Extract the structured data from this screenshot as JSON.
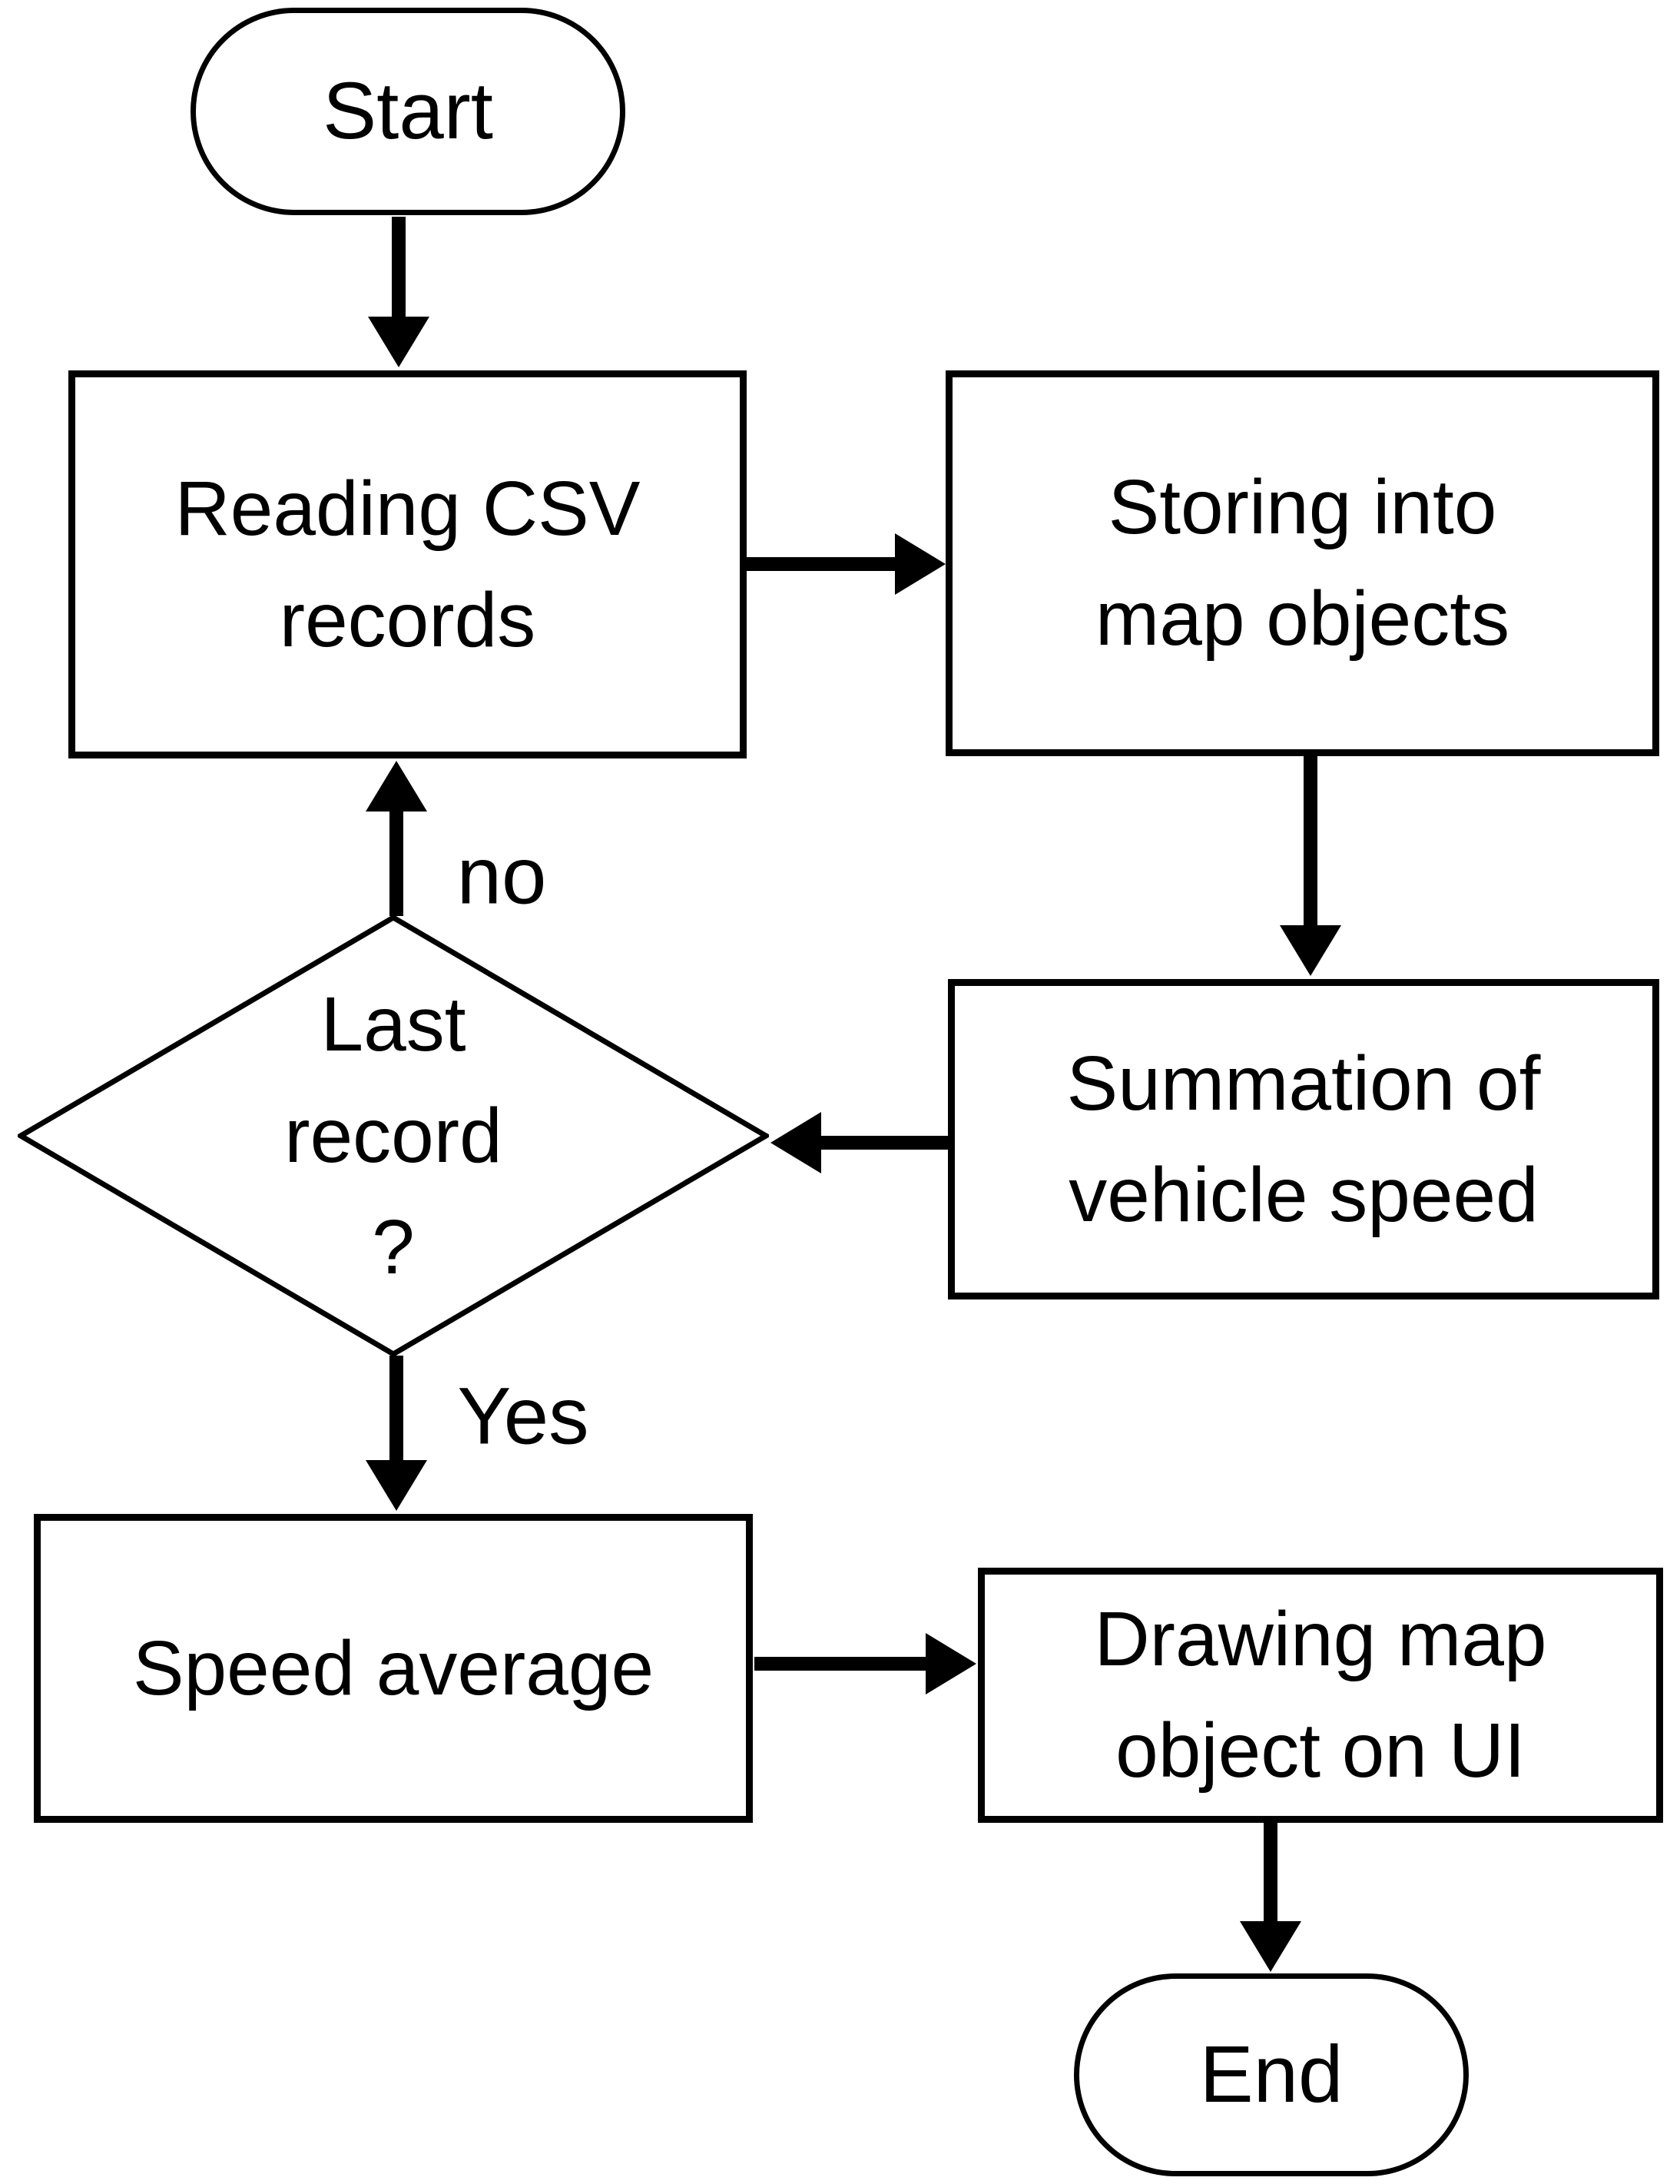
{
  "diagram": {
    "type": "flowchart",
    "background": "#ffffff",
    "stroke_color": "#000000",
    "text_color": "#000000",
    "nodes": {
      "start": {
        "shape": "terminator",
        "label": "Start"
      },
      "reading_csv": {
        "shape": "process",
        "label": "Reading CSV\nrecords"
      },
      "storing": {
        "shape": "process",
        "label": "Storing into\nmap objects"
      },
      "summation": {
        "shape": "process",
        "label": "Summation of\nvehicle speed"
      },
      "decision": {
        "shape": "decision",
        "label": "Last\nrecord\n?"
      },
      "speed_average": {
        "shape": "process",
        "label": "Speed average"
      },
      "drawing": {
        "shape": "process",
        "label": "Drawing map\nobject on UI"
      },
      "end": {
        "shape": "terminator",
        "label": "End"
      }
    },
    "edges": [
      {
        "from": "start",
        "to": "reading_csv",
        "label": ""
      },
      {
        "from": "reading_csv",
        "to": "storing",
        "label": ""
      },
      {
        "from": "storing",
        "to": "summation",
        "label": ""
      },
      {
        "from": "summation",
        "to": "decision",
        "label": ""
      },
      {
        "from": "decision",
        "to": "reading_csv",
        "label": "no"
      },
      {
        "from": "decision",
        "to": "speed_average",
        "label": "Yes"
      },
      {
        "from": "speed_average",
        "to": "drawing",
        "label": ""
      },
      {
        "from": "drawing",
        "to": "end",
        "label": ""
      }
    ]
  }
}
